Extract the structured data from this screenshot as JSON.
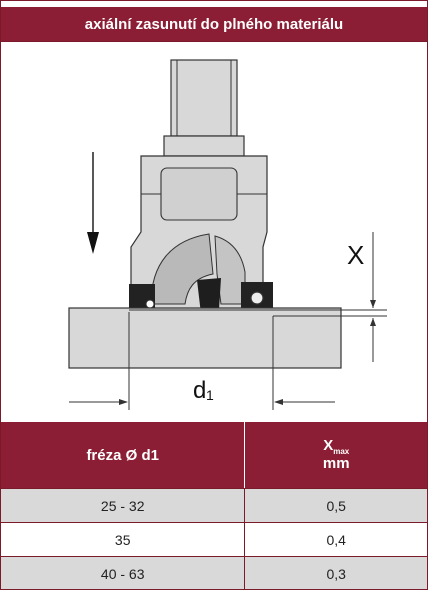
{
  "header": {
    "title": "axiální zasunutí do plného materiálu"
  },
  "figure": {
    "label_x": "X",
    "label_d": "d",
    "label_d_sub": "1"
  },
  "table": {
    "col1_header": "fréza Ø d1",
    "col2_header_symbol": "X",
    "col2_header_sub": "max",
    "col2_header_unit": "mm",
    "rows": [
      {
        "d1": "25 - 32",
        "xmax": "0,5"
      },
      {
        "d1": "35",
        "xmax": "0,4"
      },
      {
        "d1": "40 - 63",
        "xmax": "0,3"
      }
    ]
  },
  "colors": {
    "accent": "#8b1e34",
    "shade": "#d9d9d9",
    "gray": "#d8d8d8"
  }
}
